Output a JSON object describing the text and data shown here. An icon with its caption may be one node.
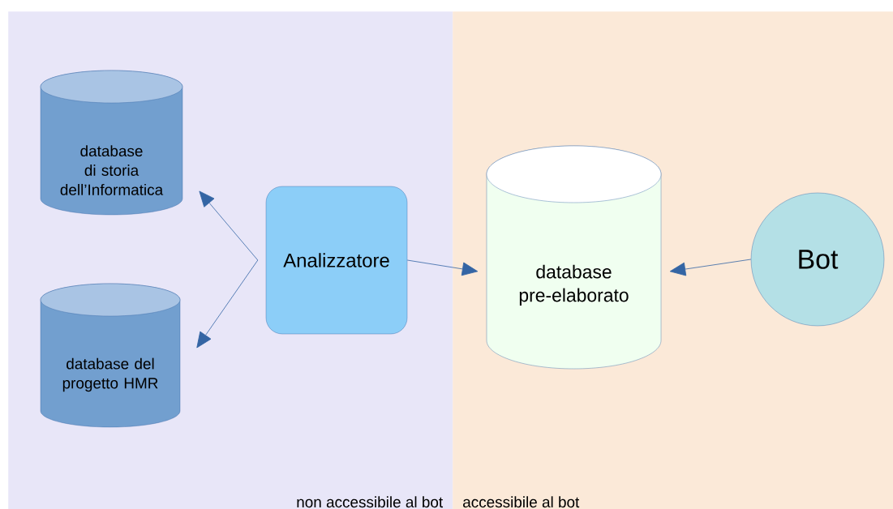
{
  "diagram": {
    "nodes": [
      {
        "text": [
          "non accessibile al bot"
        ]
      },
      {
        "text": [
          "accessibile al bot"
        ]
      },
      {
        "text": [
          "database di storia dell’Informatica"
        ],
        "in": 0
      },
      {
        "text": [
          "database del progetto HMR"
        ],
        "in": 0
      },
      {
        "text": [
          "Analizzatore"
        ],
        "in": 0
      },
      {
        "text": [
          "database pre-elaborato"
        ],
        "in": 1
      },
      {
        "text": [
          "Bot"
        ],
        "in": 1
      }
    ],
    "edges": [
      {
        "from": 4,
        "to": 2,
        "arrow": "to"
      },
      {
        "from": 4,
        "to": 3,
        "arrow": "to"
      },
      {
        "from": 4,
        "to": 5,
        "arrow": "to"
      },
      {
        "from": 6,
        "to": 5,
        "arrow": "to"
      }
    ]
  }
}
